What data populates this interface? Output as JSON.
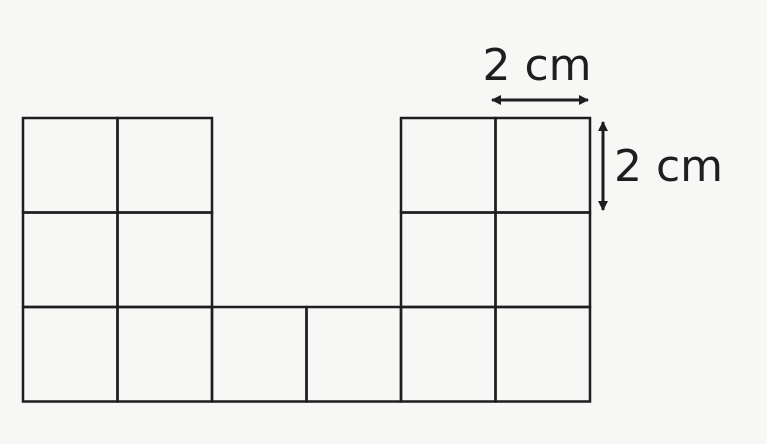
{
  "figure": {
    "colors": {
      "background": "#f7f7f5",
      "grid_line": "#1e1e1e",
      "arrow": "#1e1e1e",
      "text": "#1e1e1e"
    },
    "grid": {
      "columns": 6,
      "rows": 3,
      "filled": [
        [
          1,
          1,
          0,
          0,
          1,
          1
        ],
        [
          1,
          1,
          0,
          0,
          1,
          1
        ],
        [
          1,
          1,
          1,
          1,
          1,
          1
        ]
      ]
    },
    "labels": {
      "width": "2 cm",
      "height": "2 cm"
    }
  }
}
